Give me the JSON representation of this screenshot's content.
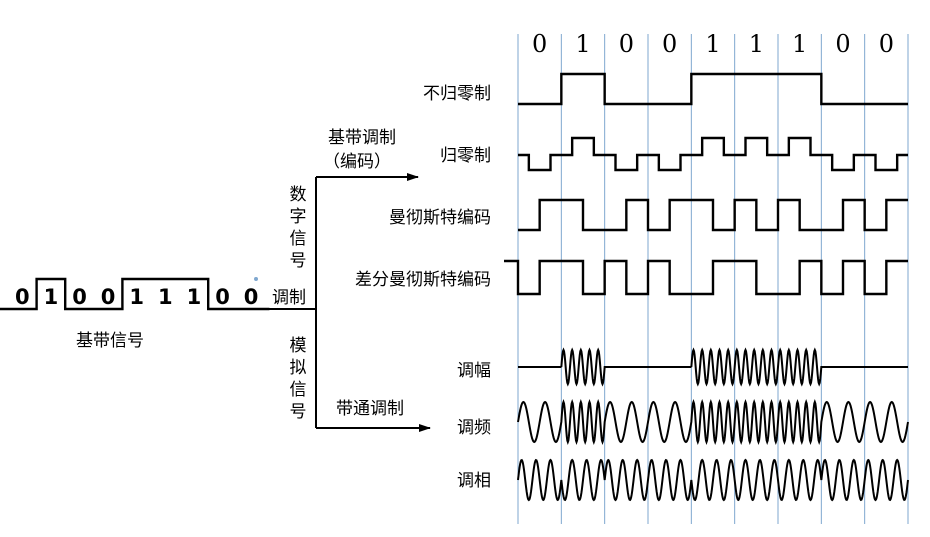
{
  "bits": [
    "0",
    "1",
    "0",
    "0",
    "1",
    "1",
    "1",
    "0",
    "0"
  ],
  "baseband": {
    "bits": [
      "0",
      "1",
      "0",
      "0",
      "1",
      "1",
      "1",
      "0",
      "0"
    ],
    "label": "基带信号"
  },
  "modulation_label": "调制",
  "digital_signal_label": "数字信号",
  "analog_signal_label": "模拟信号",
  "baseband_modulation": {
    "line1": "基带调制",
    "line2": "（编码）"
  },
  "passband_modulation": "带通调制",
  "rows": {
    "nrz": "不归零制",
    "rz": "归零制",
    "manchester": "曼彻斯特编码",
    "diff_manchester": "差分曼彻斯特编码",
    "am": "调幅",
    "fm": "调频",
    "pm": "调相"
  },
  "colors": {
    "grid": "#7fa7cf",
    "line": "#000000"
  }
}
